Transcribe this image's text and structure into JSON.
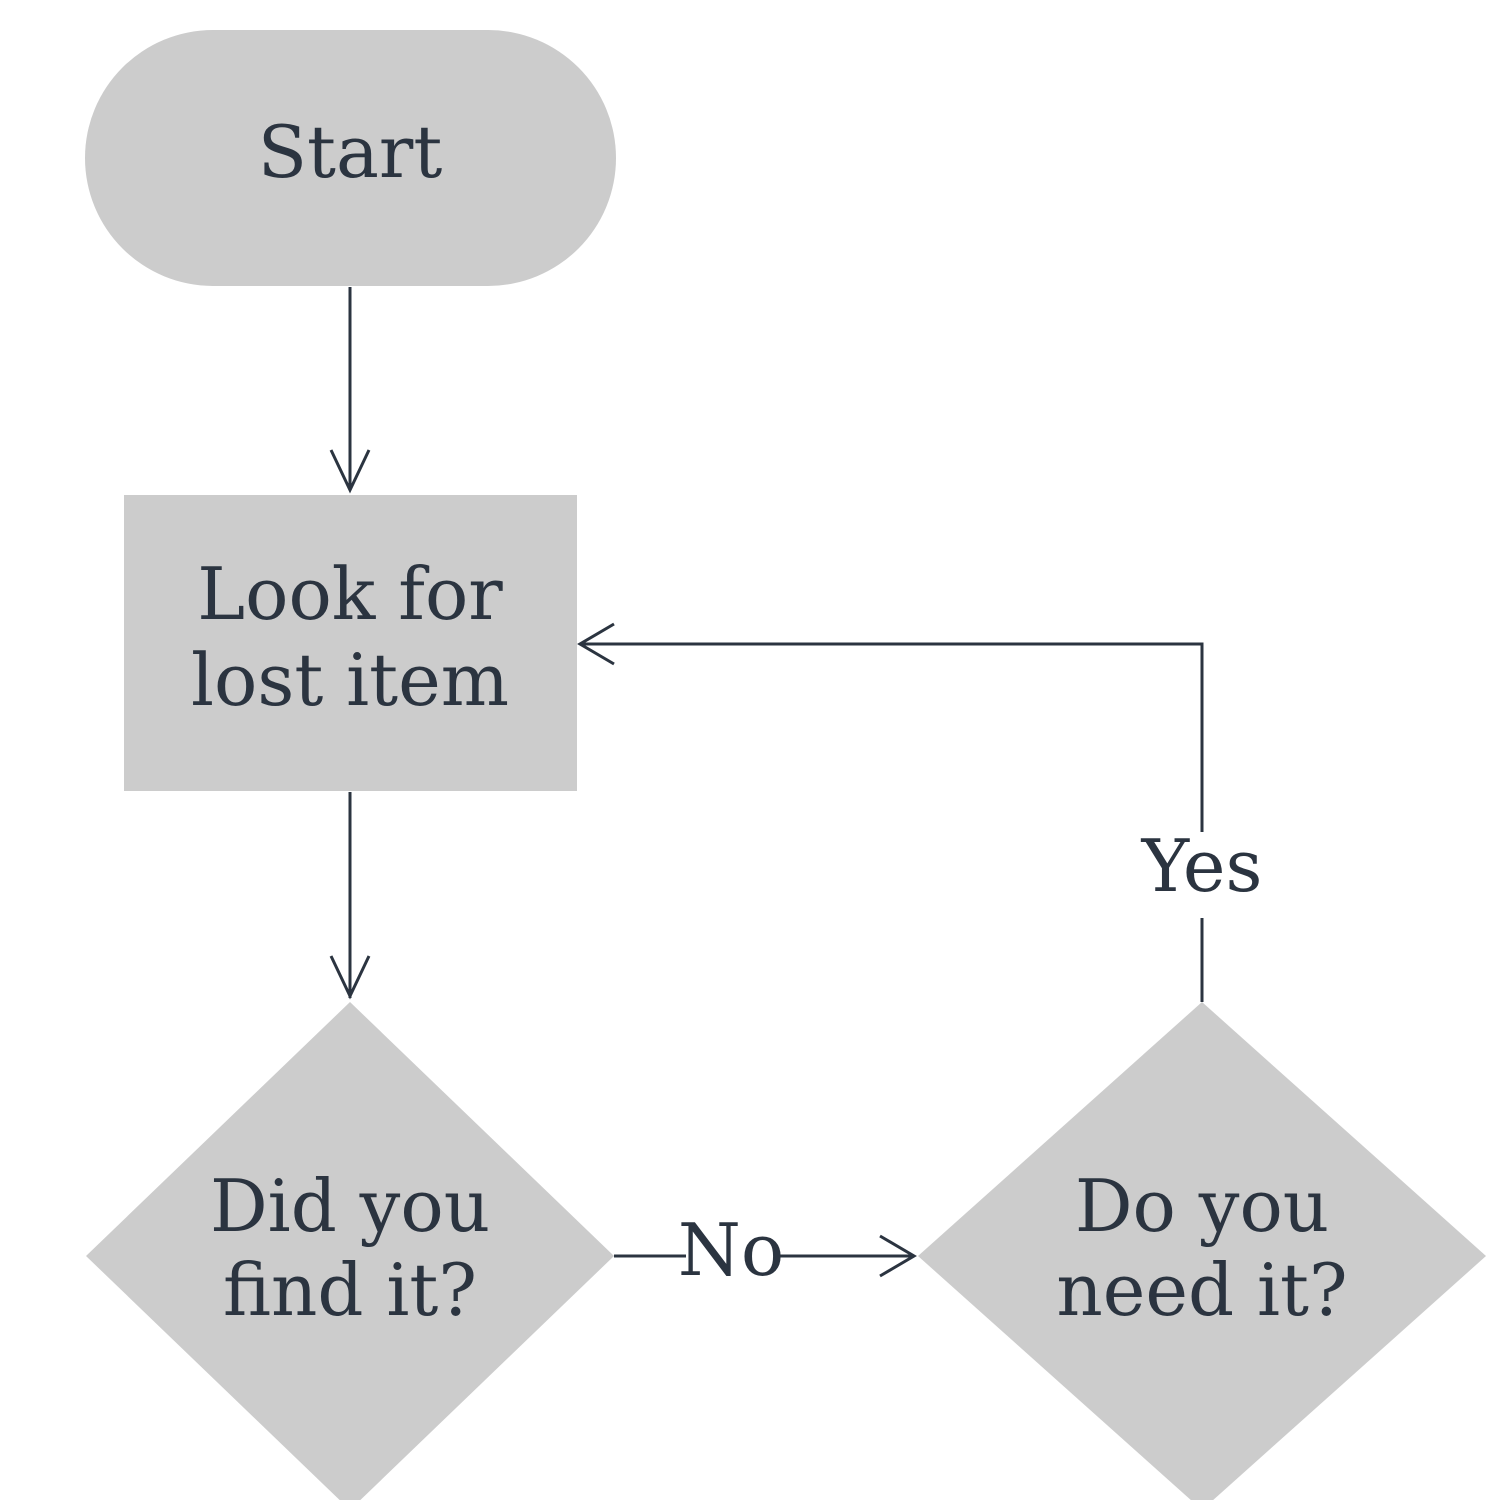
{
  "colors": {
    "node_fill": "#cccccc",
    "line": "#2b3440",
    "text": "#2b3440",
    "background": "#ffffff"
  },
  "nodes": {
    "start": {
      "shape": "terminator",
      "lines": [
        "Start"
      ]
    },
    "look": {
      "shape": "process",
      "lines": [
        "Look for",
        "lost item"
      ]
    },
    "find": {
      "shape": "decision",
      "lines": [
        "Did you",
        "find it?"
      ]
    },
    "need": {
      "shape": "decision",
      "lines": [
        "Do you",
        "need it?"
      ]
    }
  },
  "edges": [
    {
      "from": "start",
      "to": "look",
      "label": ""
    },
    {
      "from": "look",
      "to": "find",
      "label": ""
    },
    {
      "from": "find",
      "to": "need",
      "label": "No"
    },
    {
      "from": "need",
      "to": "look",
      "label": "Yes"
    }
  ]
}
